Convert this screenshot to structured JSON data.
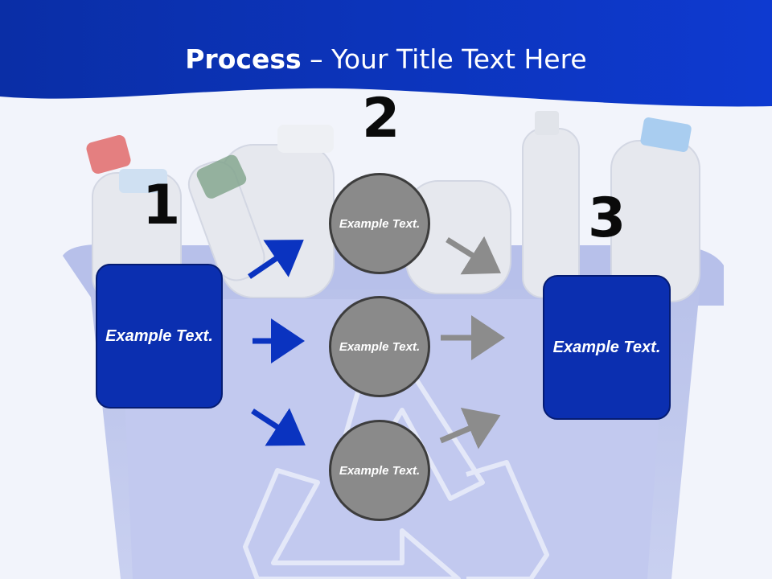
{
  "title": {
    "bold": "Process",
    "rest": " – Your Title Text Here"
  },
  "steps": [
    {
      "number": "1",
      "text": "Example Text."
    },
    {
      "number": "2",
      "text": "Example Text."
    },
    {
      "number": "3",
      "text": "Example Text."
    }
  ],
  "circles": [
    {
      "text": "Example Text."
    },
    {
      "text": "Example Text."
    },
    {
      "text": "Example Text."
    }
  ],
  "colors": {
    "header": "#0a33b8",
    "box": "#0b2fb0",
    "circle": "#8a8a8a",
    "arrow_blue": "#0a33c0",
    "arrow_gray": "#8c8c8c"
  }
}
